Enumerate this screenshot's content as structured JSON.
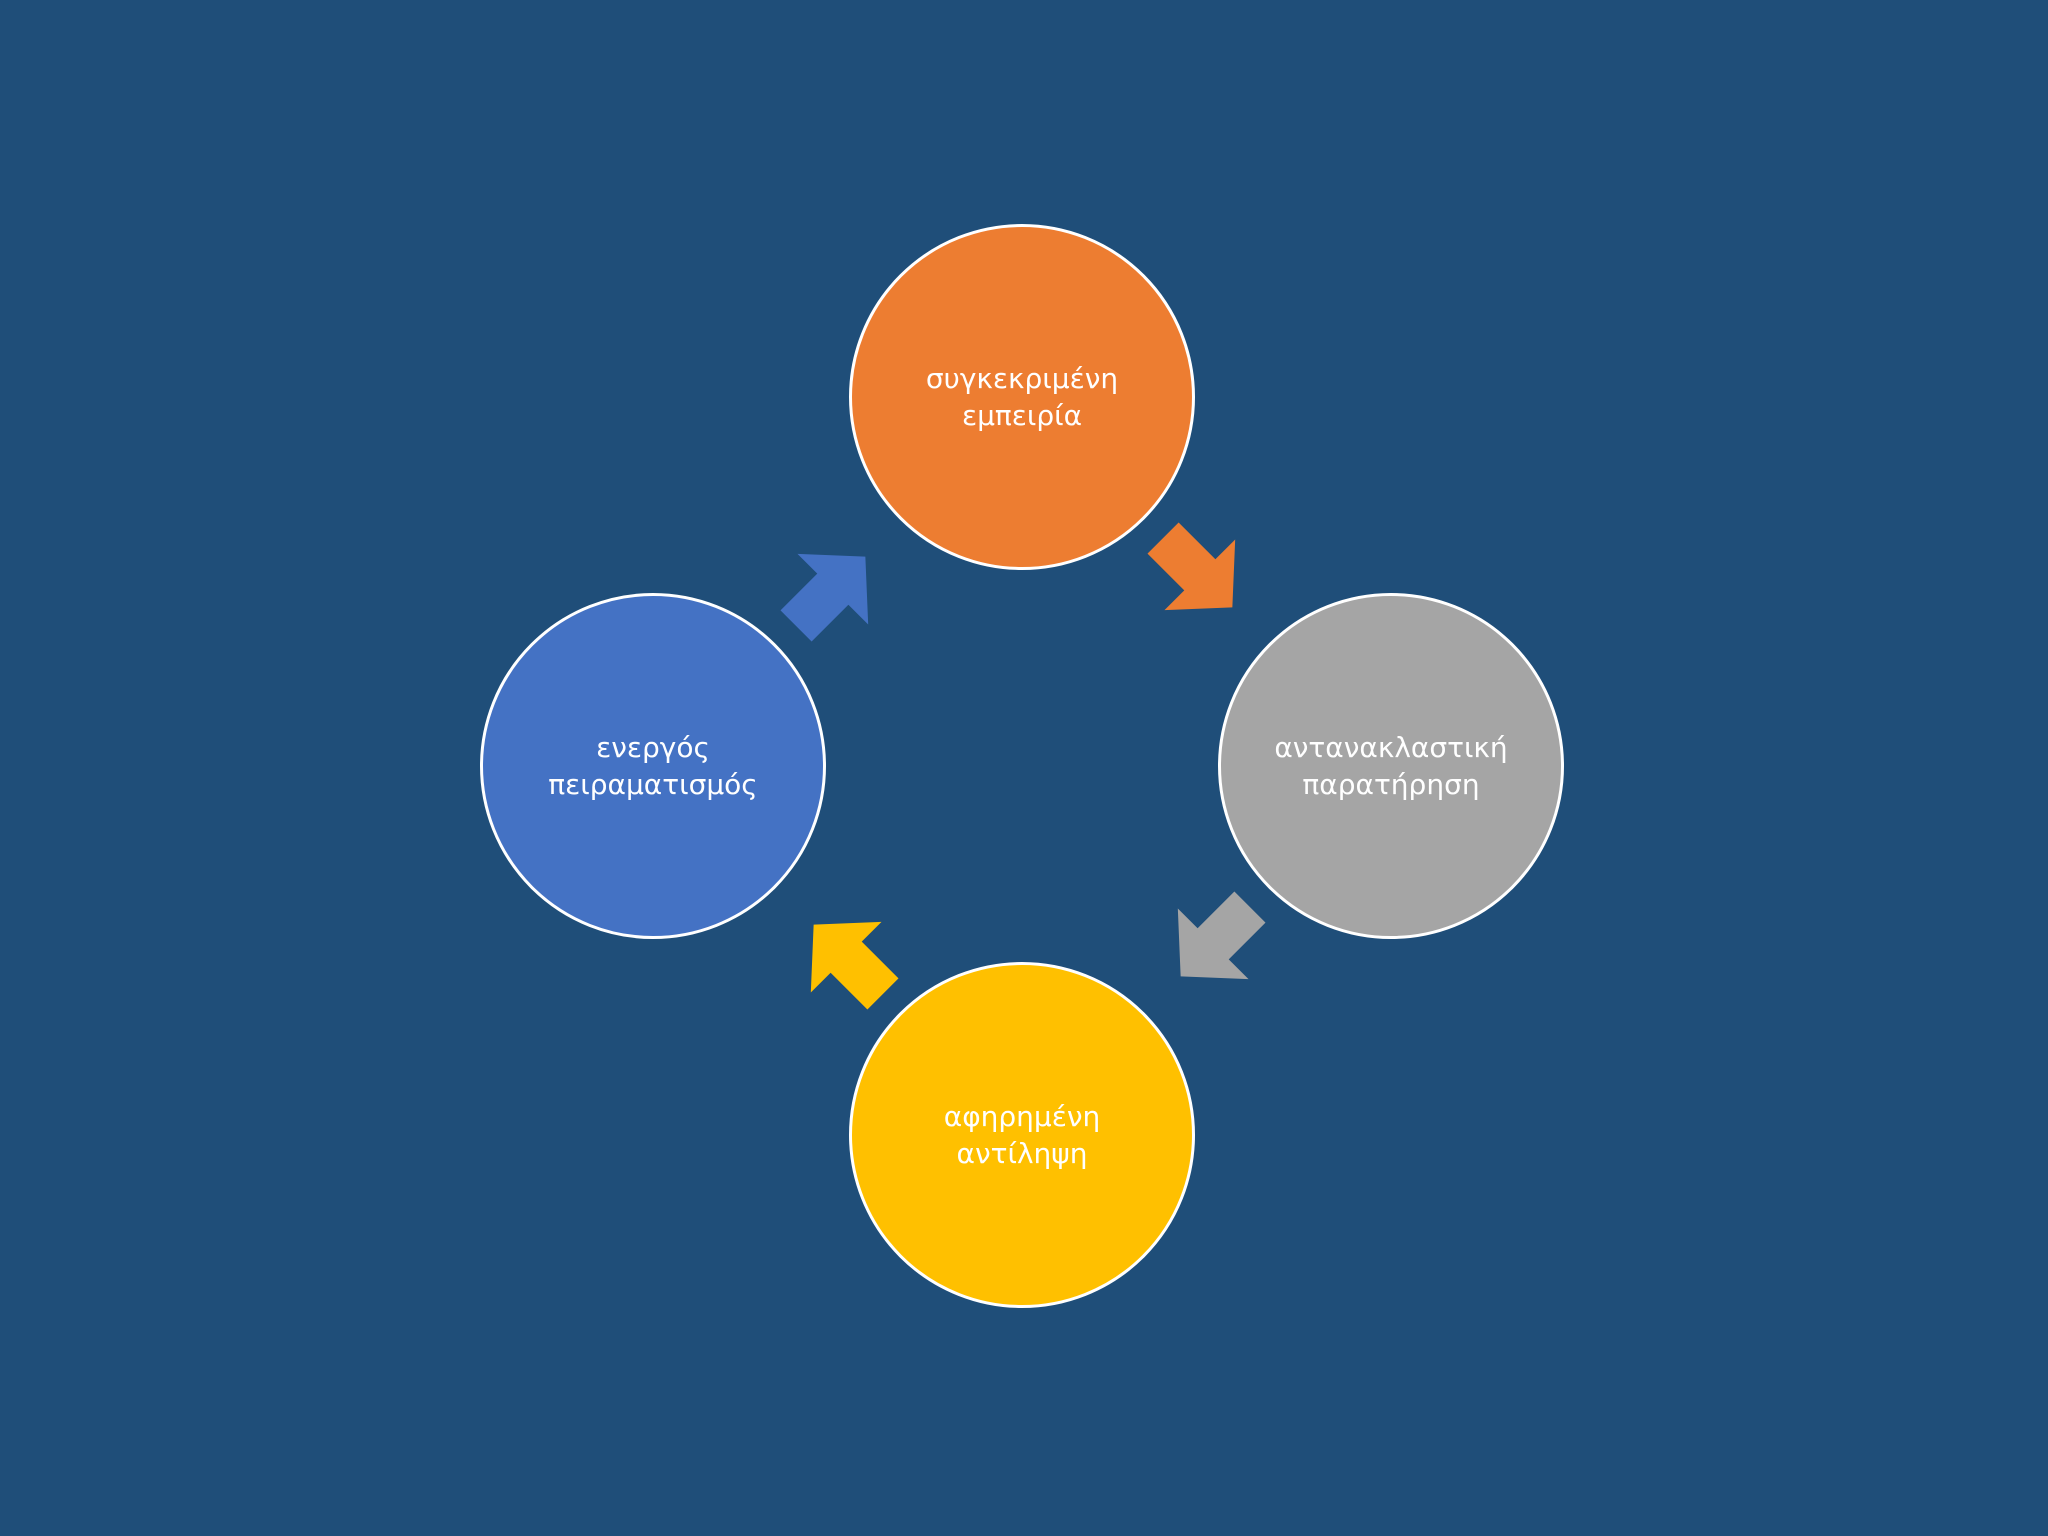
{
  "diagram": {
    "type": "cycle",
    "background_color": "#1f4e79",
    "nodes": [
      {
        "label": "συγκεκριμένη\nεμπειρία",
        "color": "#ed7d31"
      },
      {
        "label": "αντανακλαστική\nπαρατήρηση",
        "color": "#a5a5a5"
      },
      {
        "label": "αφηρημένη\nαντίληψη",
        "color": "#ffc000"
      },
      {
        "label": "ενεργός\nπειραματισμός",
        "color": "#4472c4"
      }
    ],
    "edges": [
      {
        "from": 0,
        "to": 1,
        "color": "#ed7d31"
      },
      {
        "from": 1,
        "to": 2,
        "color": "#a5a5a5"
      },
      {
        "from": 2,
        "to": 3,
        "color": "#ffc000"
      },
      {
        "from": 3,
        "to": 0,
        "color": "#4472c4"
      }
    ]
  }
}
